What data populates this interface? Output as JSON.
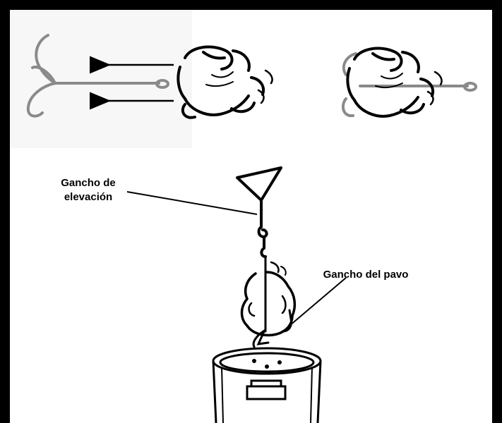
{
  "labels": {
    "lifting_hook_line1": "Gancho de",
    "lifting_hook_line2": "elevación",
    "turkey_hook": "Gancho del pavo"
  },
  "icons": [
    "turkey-hook-icon",
    "turkey-icon",
    "arrow-icon",
    "lifting-hook-icon",
    "fryer-pot-icon"
  ],
  "colors": {
    "border": "#000000",
    "line": "#000000",
    "panel": "#f7f7f7",
    "hook": "#8a8a8a"
  }
}
